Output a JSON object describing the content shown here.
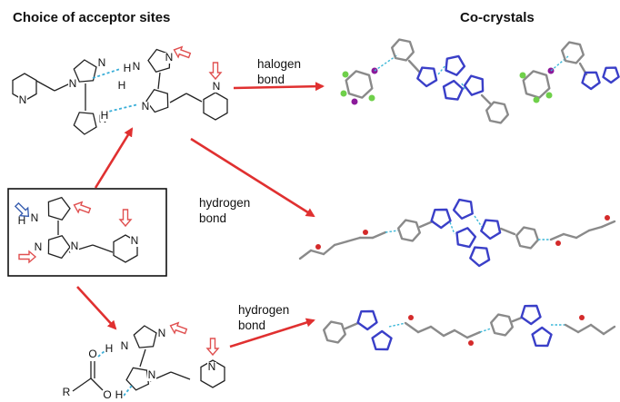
{
  "headings": {
    "left": "Choice of acceptor sites",
    "right": "Co-crystals"
  },
  "labels": {
    "halogen": [
      "halogen",
      "bond"
    ],
    "hydrogen_mid": [
      "hydrogen",
      "bond"
    ],
    "hydrogen_bottom": [
      "hydrogen",
      "bond"
    ]
  },
  "atoms": {
    "nitrogen": "N",
    "hydrogen": "H",
    "oxygen": "O",
    "residue": "R"
  },
  "colors": {
    "arrow": "#e03030",
    "hbond": "#3aaed8",
    "donor_marker": "#3a5fb0",
    "acceptor_marker": "#e05050",
    "bond_line": "#222222",
    "crystal_carbon": "#8a8a8a",
    "crystal_nitrogen": "#3a3fc8",
    "crystal_fluorine": "#6fd04a",
    "crystal_iodine": "#8b1a9a",
    "crystal_oxygen": "#d42a2a",
    "crystal_contact": "#3cb8d8"
  }
}
